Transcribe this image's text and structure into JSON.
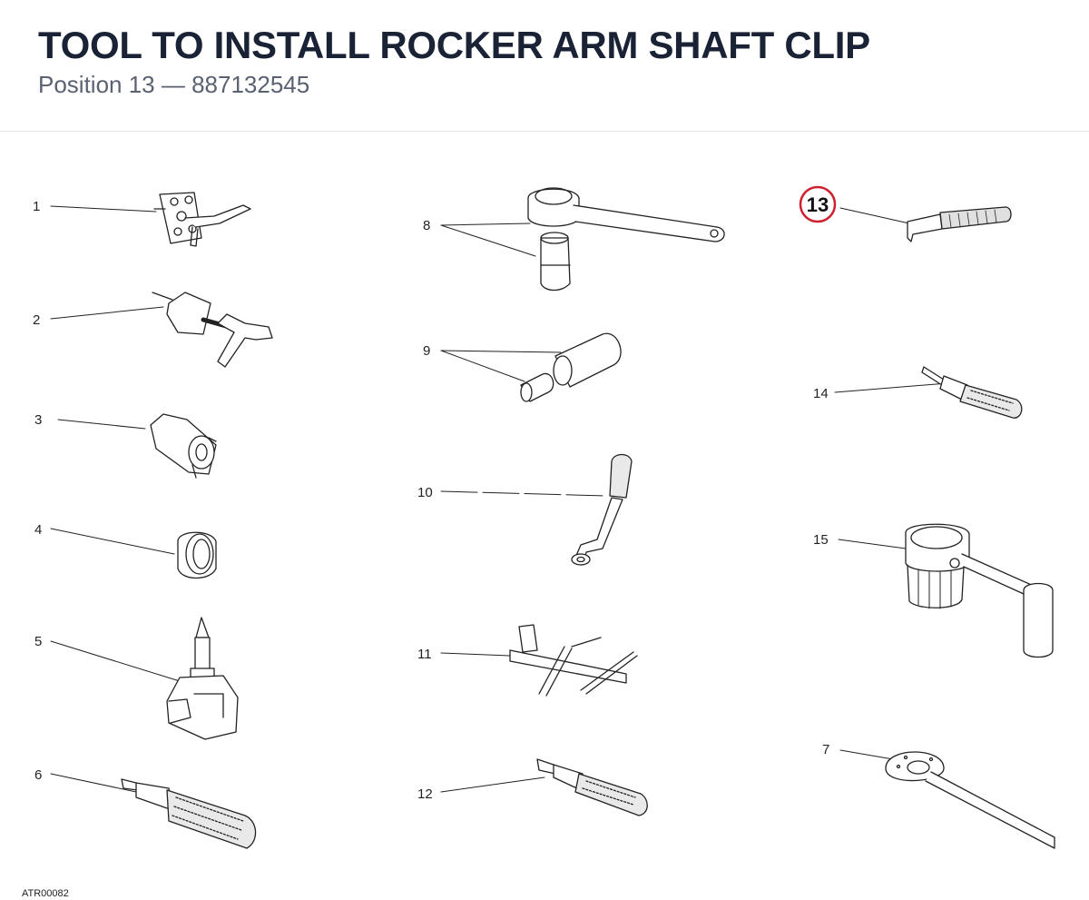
{
  "header": {
    "title": "TOOL TO INSTALL ROCKER ARM SHAFT CLIP",
    "subtitle": "Position 13 — 887132545"
  },
  "diagram": {
    "labels": {
      "n1": "1",
      "n2": "2",
      "n3": "3",
      "n4": "4",
      "n5": "5",
      "n6": "6",
      "n7": "7",
      "n8": "8",
      "n9": "9",
      "n10": "10",
      "n11": "11",
      "n12": "12",
      "n13": "13",
      "n14": "14",
      "n15": "15"
    },
    "highlight_color": "#d0202f"
  },
  "footer": {
    "code": "ATR00082"
  }
}
